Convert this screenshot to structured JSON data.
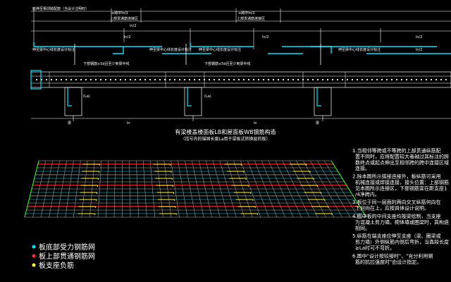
{
  "drawing": {
    "title": "有梁楼盖楼面板LB和屋面板WB钢筋构造",
    "subtitle": "（括号内的锚固长度La用于梁板式转换层的板）"
  },
  "labels": {
    "top_left_note": "延伸至相邻跨配筋（当设计注明时）",
    "span_mid_left": "≤跨中ln/3",
    "span_mid_right": "≤跨中ln/3",
    "top_through_zone_left": "上部贯通筋连接区",
    "top_through_zone_right": "上部贯通筋连接区",
    "ln_mark_1": "ln/2",
    "ln_mark_2": "ln/2",
    "ln_mark_3": "ln/2",
    "left_mid_note": "伸至梁中心线长度设计标注",
    "mid_note_1": "伸至梁中心线长度设计标注",
    "mid_note_2": "伸至梁中心线长度设计标注",
    "right_mid_note": "伸至梁中心线长度设计标注",
    "bottom_left_bar": "下部钢筋≥5d且至少到梁中线",
    "bottom_mid_bar": "下部钢筋≥5d且至少到梁中线",
    "la_left": "(La)",
    "la_mid": "(La)",
    "beam_left": "梁",
    "dim_ln1": "ln",
    "dim_ln2": "ln",
    "dim_beam": "梁",
    "right_top_note": "ln/2",
    "right_ln_note": "ln/2"
  },
  "notes": [
    "1.当相邻等跨或不等跨的上部贯通纵筋配置不同时，应将配置较大者越过其标注的跨数终点或起点伸出至相邻跨的跨中连接区域连接。",
    "2.除本图所示搭接连接外，板纵筋可采用机械连接或焊接连接，接头位置：上部钢筋见本图所示连接区，下部钢筋宜在距支座1/4净跨内。",
    "3.板位于同一层面的两向交叉纵筋何向在下何向在上，应按具体设计说明。",
    "4.图中板的中间支座均按梁绘制，当支座为混凝土剪力墙，砌体墙或圈梁时，其构造相同。",
    "5.纵筋在端支座应伸至支座（梁、圈梁或剪力墙）外侧纵筋内侧后弯折，当直段长度≥La时可不弯折。",
    "6.图中\"设计按铰接时\"，\"充分利用钢筋的抗拉强度时\"由设计指定。"
  ],
  "legend": [
    {
      "label": "板底部受力钢筋网",
      "color": "#00e5ff"
    },
    {
      "label": "板上部贯通钢筋网",
      "color": "#ff2a2a"
    },
    {
      "label": "板支座负筋",
      "color": "#ffff33"
    }
  ],
  "colors": {
    "cyan": "#00e5ff",
    "red": "#ff2a2a",
    "yellow": "#ffff33",
    "green": "#33ff33",
    "white": "#ffffff",
    "grid": "#bbbbbb"
  }
}
